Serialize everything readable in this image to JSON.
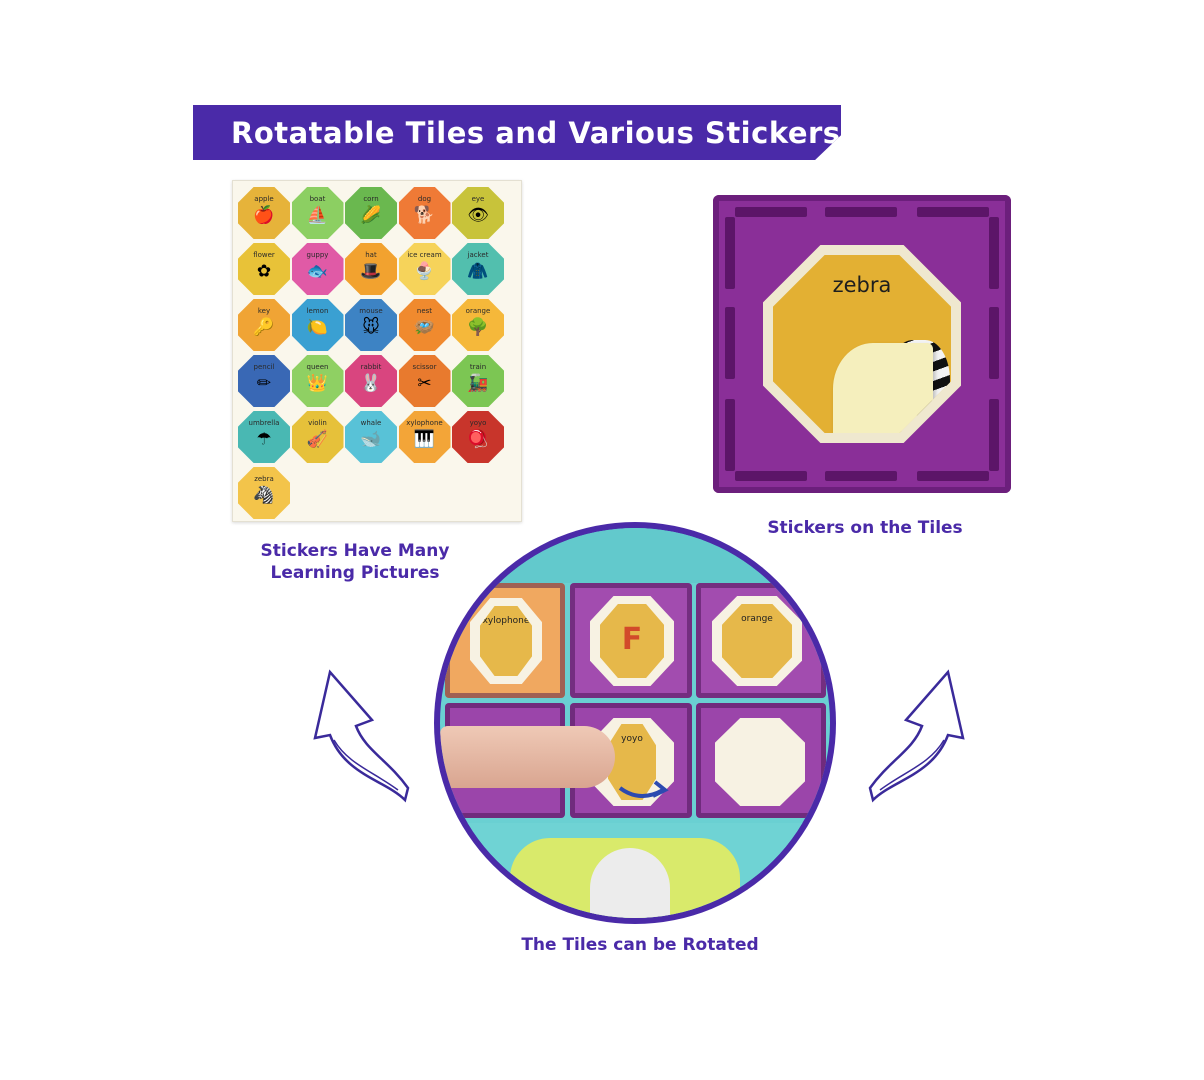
{
  "banner": {
    "title": "Rotatable Tiles and Various Stickers"
  },
  "sticker_sheet": {
    "stickers": [
      {
        "label": "apple",
        "color": "#e6b33a",
        "glyph": "🍎"
      },
      {
        "label": "boat",
        "color": "#8ccf62",
        "glyph": "⛵"
      },
      {
        "label": "corn",
        "color": "#6ab84f",
        "glyph": "🌽"
      },
      {
        "label": "dog",
        "color": "#ef7a36",
        "glyph": "🐕"
      },
      {
        "label": "eye",
        "color": "#c8c33a",
        "glyph": "👁"
      },
      {
        "label": "flower",
        "color": "#e8c238",
        "glyph": "✿"
      },
      {
        "label": "guppy",
        "color": "#e05aa6",
        "glyph": "🐟"
      },
      {
        "label": "hat",
        "color": "#f2a22f",
        "glyph": "🎩"
      },
      {
        "label": "ice cream",
        "color": "#f6d35a",
        "glyph": "🍨"
      },
      {
        "label": "jacket",
        "color": "#52bfae",
        "glyph": "🧥"
      },
      {
        "label": "key",
        "color": "#f0a435",
        "glyph": "🔑"
      },
      {
        "label": "lemon",
        "color": "#3aa0d2",
        "glyph": "🍋"
      },
      {
        "label": "mouse",
        "color": "#3d83c4",
        "glyph": "🐭"
      },
      {
        "label": "nest",
        "color": "#f08a2e",
        "glyph": "🪺"
      },
      {
        "label": "orange",
        "color": "#f5b83a",
        "glyph": "🌳"
      },
      {
        "label": "pencil",
        "color": "#3968b5",
        "glyph": "✏"
      },
      {
        "label": "queen",
        "color": "#8fd063",
        "glyph": "👑"
      },
      {
        "label": "rabbit",
        "color": "#d9457f",
        "glyph": "🐰"
      },
      {
        "label": "scissor",
        "color": "#e87a2e",
        "glyph": "✂"
      },
      {
        "label": "train",
        "color": "#7cc653",
        "glyph": "🚂"
      },
      {
        "label": "umbrella",
        "color": "#49b8b3",
        "glyph": "☂"
      },
      {
        "label": "violin",
        "color": "#e6c13a",
        "glyph": "🎻"
      },
      {
        "label": "whale",
        "color": "#58c2d7",
        "glyph": "🐋"
      },
      {
        "label": "xylophone",
        "color": "#f3a538",
        "glyph": "🎹"
      },
      {
        "label": "yoyo",
        "color": "#c8352b",
        "glyph": "🪀"
      },
      {
        "label": "zebra",
        "color": "#f3c44a",
        "glyph": "🦓"
      }
    ]
  },
  "captions": {
    "sheet": [
      "Stickers Have Many",
      "Learning Pictures"
    ],
    "tile": "Stickers on the Tiles",
    "rotate": "The Tiles can be Rotated"
  },
  "tile_example": {
    "sticker_label": "zebra"
  },
  "rotation_demo": {
    "stickers": [
      "xylophone",
      "F",
      "orange",
      "yoyo"
    ]
  },
  "colors": {
    "accent": "#4a2aa8",
    "tile_purple": "#8a2f98"
  }
}
